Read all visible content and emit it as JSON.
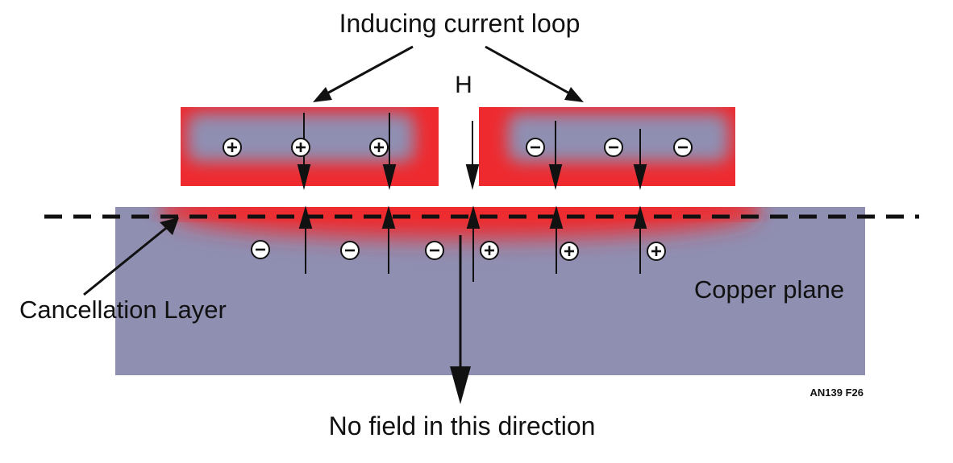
{
  "labels": {
    "inducing_current_loop": "Inducing current loop",
    "field": "H",
    "copper_plane": "Copper plane",
    "cancellation_layer": "Cancellation Layer",
    "no_field": "No field in this direction",
    "figure_id": "AN139 F26"
  },
  "symbols": {
    "plus": "+",
    "minus": "−"
  },
  "colors": {
    "copper": "#8f8fb2",
    "hot": "#ee2a2f",
    "arrow": "#111111"
  },
  "charges": {
    "left_conductor": [
      "+",
      "+",
      "+"
    ],
    "right_conductor": [
      "−",
      "−",
      "−"
    ],
    "plane_left": [
      "−",
      "−",
      "−"
    ],
    "plane_right": [
      "+",
      "+",
      "+"
    ]
  }
}
